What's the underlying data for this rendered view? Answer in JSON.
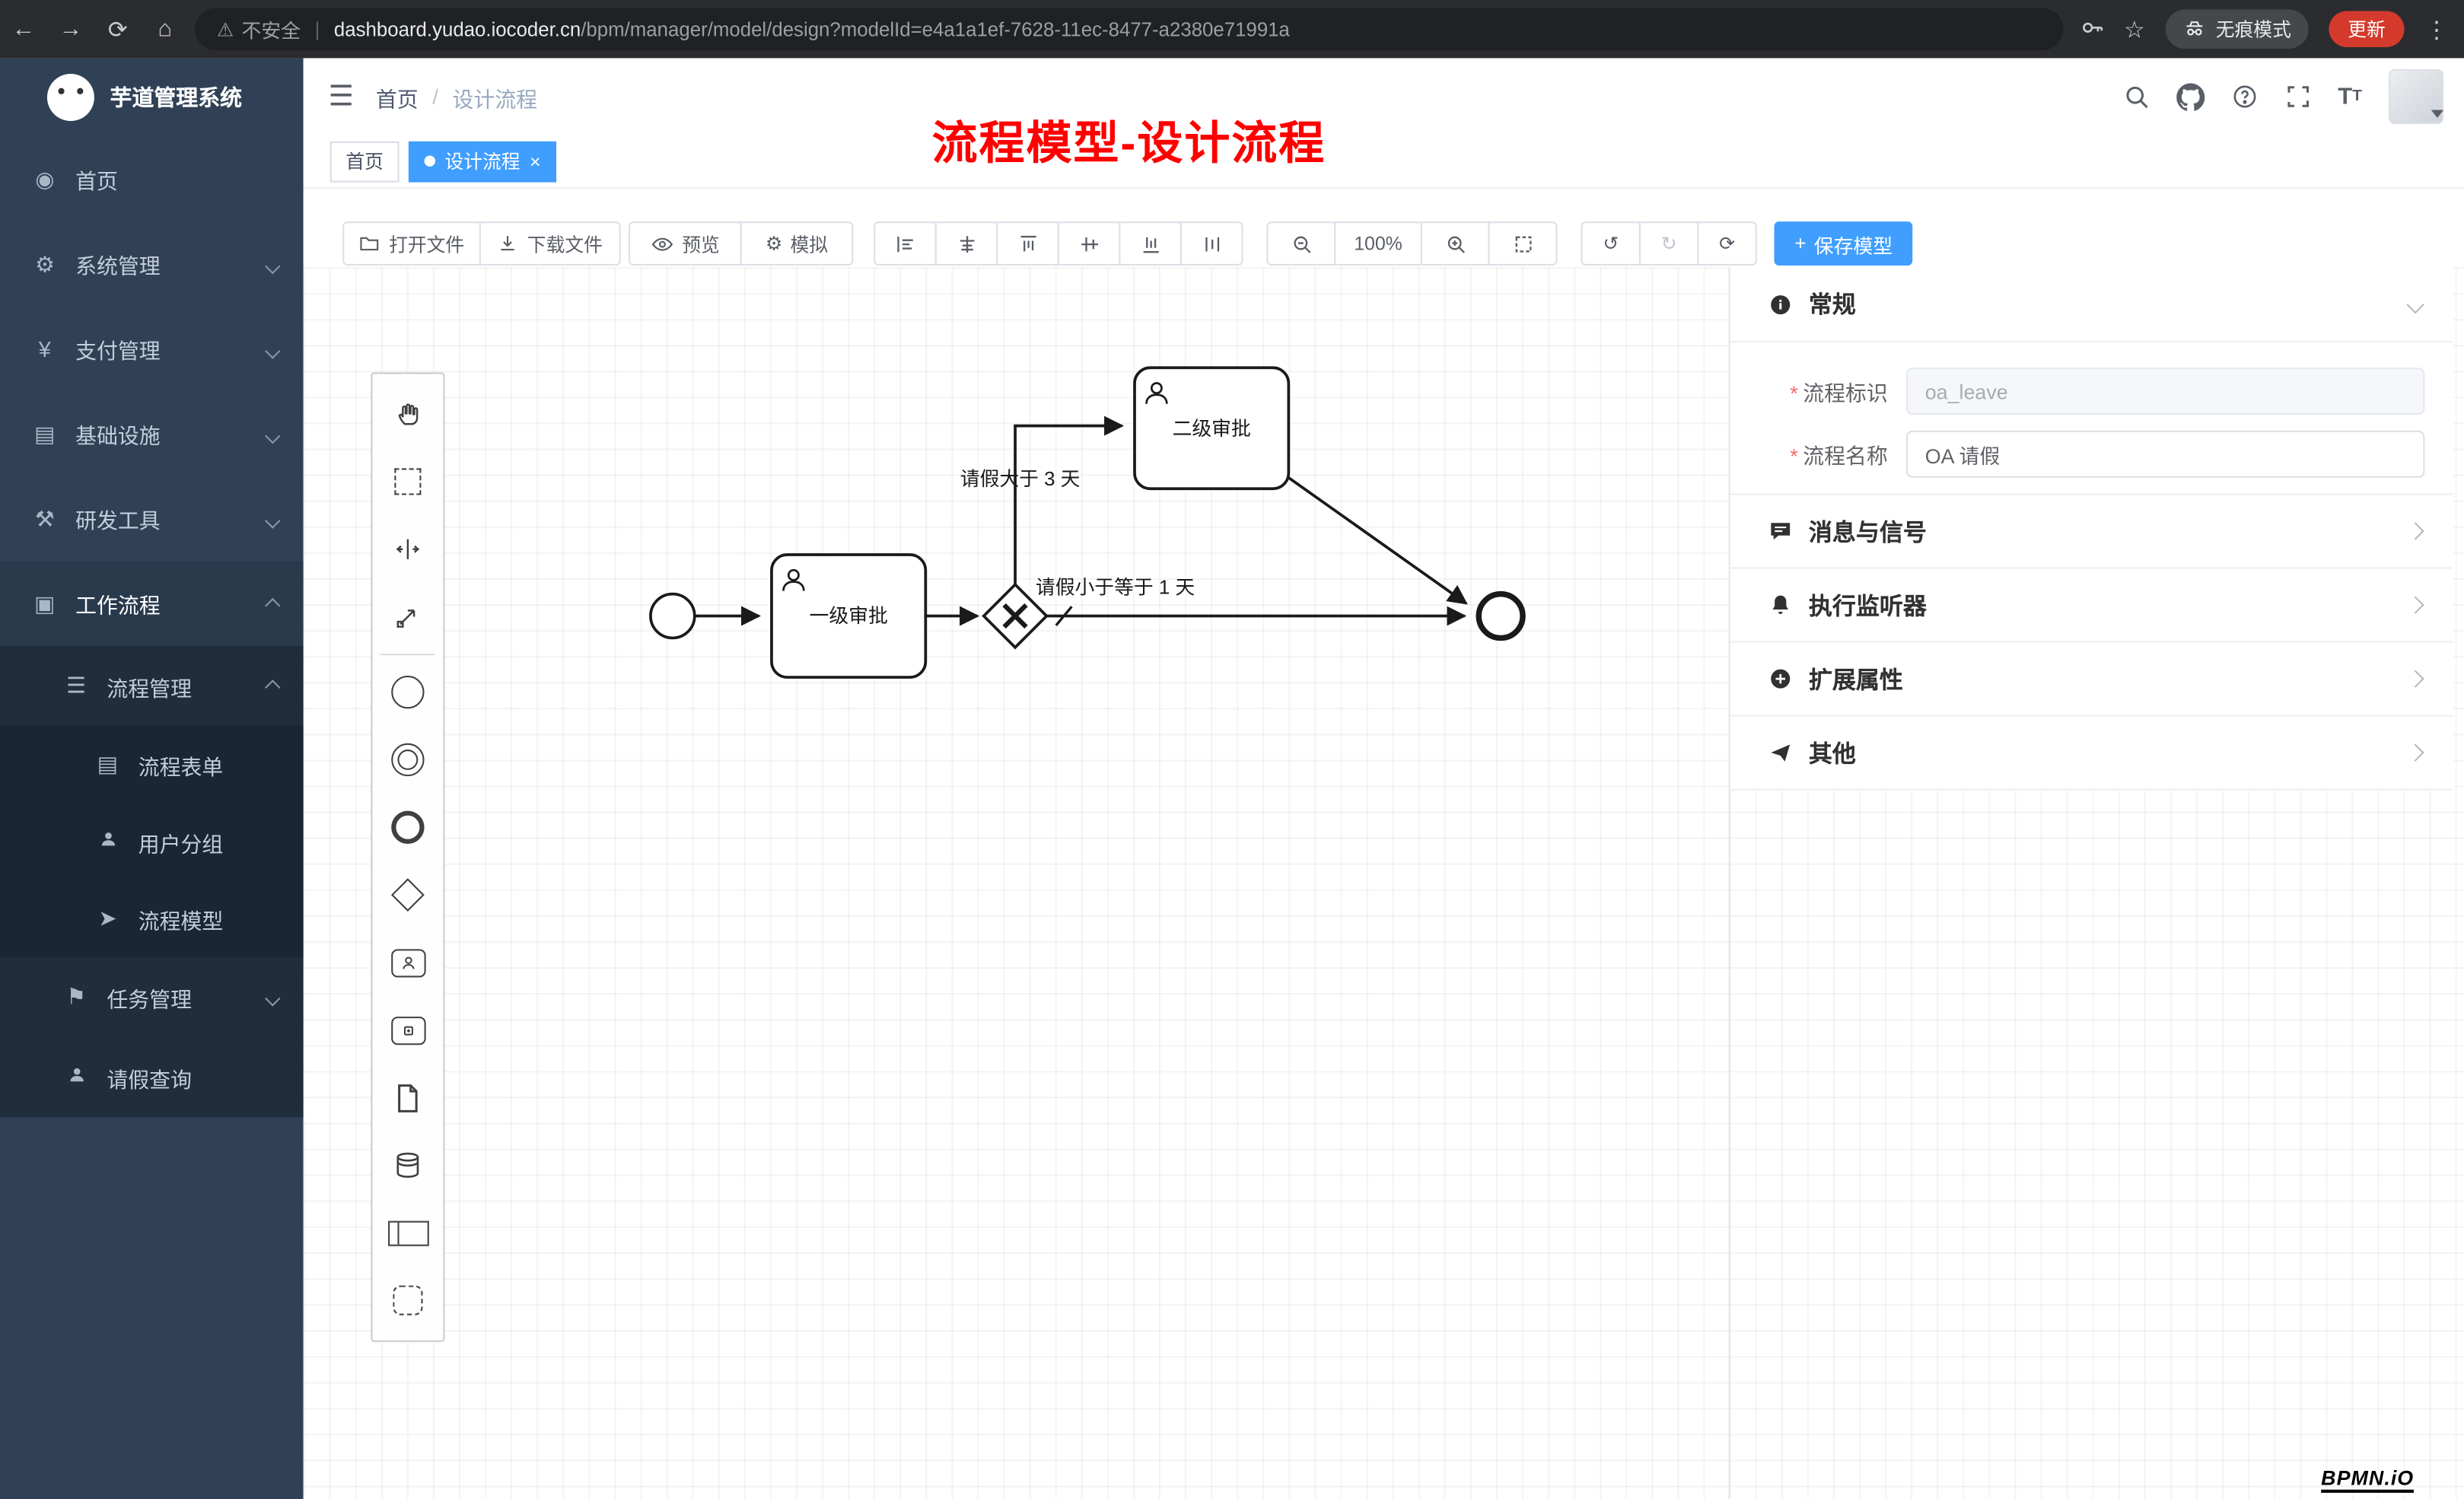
{
  "browser": {
    "security_label": "不安全",
    "url_host": "dashboard.yudao.iocoder.cn",
    "url_path": "/bpm/manager/model/design?modelId=e4a1a1ef-7628-11ec-8477-a2380e71991a",
    "incognito_label": "无痕模式",
    "update_label": "更新"
  },
  "sidebar": {
    "app_title": "芋道管理系统",
    "items": [
      {
        "label": "首页"
      },
      {
        "label": "系统管理"
      },
      {
        "label": "支付管理"
      },
      {
        "label": "基础设施"
      },
      {
        "label": "研发工具"
      },
      {
        "label": "工作流程"
      },
      {
        "label": "流程管理"
      },
      {
        "label": "流程表单"
      },
      {
        "label": "用户分组"
      },
      {
        "label": "流程模型"
      },
      {
        "label": "任务管理"
      },
      {
        "label": "请假查询"
      }
    ]
  },
  "header": {
    "breadcrumb": [
      "首页",
      "设计流程"
    ],
    "separator": "/"
  },
  "annotation": {
    "text": "流程模型-设计流程"
  },
  "tabs": [
    {
      "label": "首页"
    },
    {
      "label": "设计流程"
    }
  ],
  "toolbar": {
    "open": "打开文件",
    "download": "下载文件",
    "preview": "预览",
    "simulate": "模拟",
    "zoom_level": "100%",
    "save_plus": "+",
    "save": "保存模型"
  },
  "diagram": {
    "task1": "一级审批",
    "task2": "二级审批",
    "condition_upper": "请假大于 3 天",
    "condition_lower": "请假小于等于 1 天"
  },
  "panel": {
    "general_title": "常规",
    "required_mark": "*",
    "field_key_label": "流程标识",
    "field_key_value": "oa_leave",
    "field_name_label": "流程名称",
    "field_name_value": "OA 请假",
    "sections": [
      {
        "label": "消息与信号"
      },
      {
        "label": "执行监听器"
      },
      {
        "label": "扩展属性"
      },
      {
        "label": "其他"
      }
    ]
  },
  "watermark": "BPMN.iO",
  "colors": {
    "accent": "#409eff",
    "annotation": "#ff0000",
    "update_chip": "#d33a2c",
    "sidebar_bg": "#304156",
    "sidebar_sub_bg": "#1f2d3d"
  },
  "glyphs": {
    "back": "←",
    "forward": "→",
    "reload": "⟳",
    "home": "⌂",
    "warning": "⚠",
    "star": "☆",
    "menu_dots": "⋮",
    "url_divider": "|",
    "hamburger": "☰",
    "close": "×",
    "undo": "↺",
    "redo": "↻",
    "refresh": "⟳",
    "gear": "⚙",
    "sidebar_home": "◉",
    "sidebar_system": "⚙",
    "sidebar_pay": "¥",
    "sidebar_infra": "▤",
    "sidebar_dev": "⚒",
    "sidebar_flow": "▣",
    "sidebar_manage": "☰",
    "sidebar_form": "▤",
    "sidebar_model": "➤",
    "sidebar_task": "⚑"
  }
}
